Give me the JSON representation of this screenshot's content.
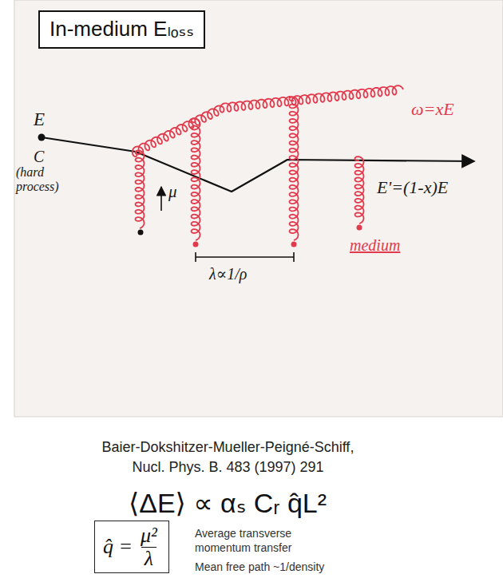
{
  "diagram": {
    "nodes": [
      {
        "text": [
          "In-medium Eₗₒₛₛ"
        ]
      },
      {
        "text": [
          "q̂ =",
          "μ²",
          "λ"
        ]
      }
    ],
    "labels": [
      "E",
      "C",
      "(hard process)",
      "ω=xE",
      "μ",
      "E'=(1-x)E",
      "medium",
      "λ∝1/ρ",
      "Baier-Dokshitzer-Mueller-Peigné-Schiff, Nucl. Phys. B. 483 (1997) 291",
      "⟨ΔE⟩ ∝ αₛ Cᵣ q̂L²",
      "Average transverse momentum transfer",
      "Mean free path ~1/density"
    ]
  }
}
